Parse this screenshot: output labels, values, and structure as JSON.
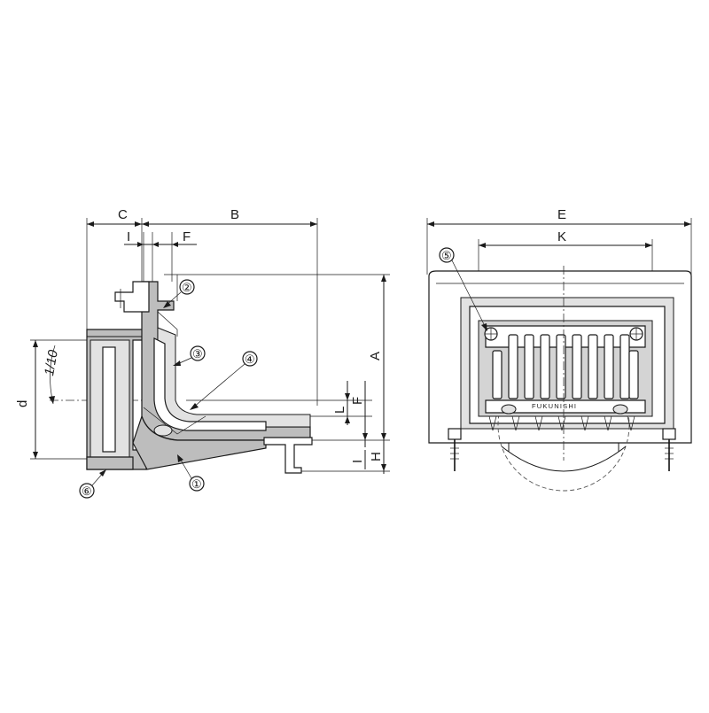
{
  "dimensions": {
    "C": "C",
    "B": "B",
    "I_top": "I",
    "F_top": "F",
    "A": "A",
    "L": "L",
    "F_side": "F",
    "H": "H",
    "I_side": "I",
    "d": "d",
    "slope": "1/10",
    "E": "E",
    "K": "K"
  },
  "callouts": {
    "c1": "①",
    "c2": "②",
    "c3": "③",
    "c4": "④",
    "c5": "⑤",
    "c6": "⑥"
  },
  "brand_text": "FUKUNISHI"
}
